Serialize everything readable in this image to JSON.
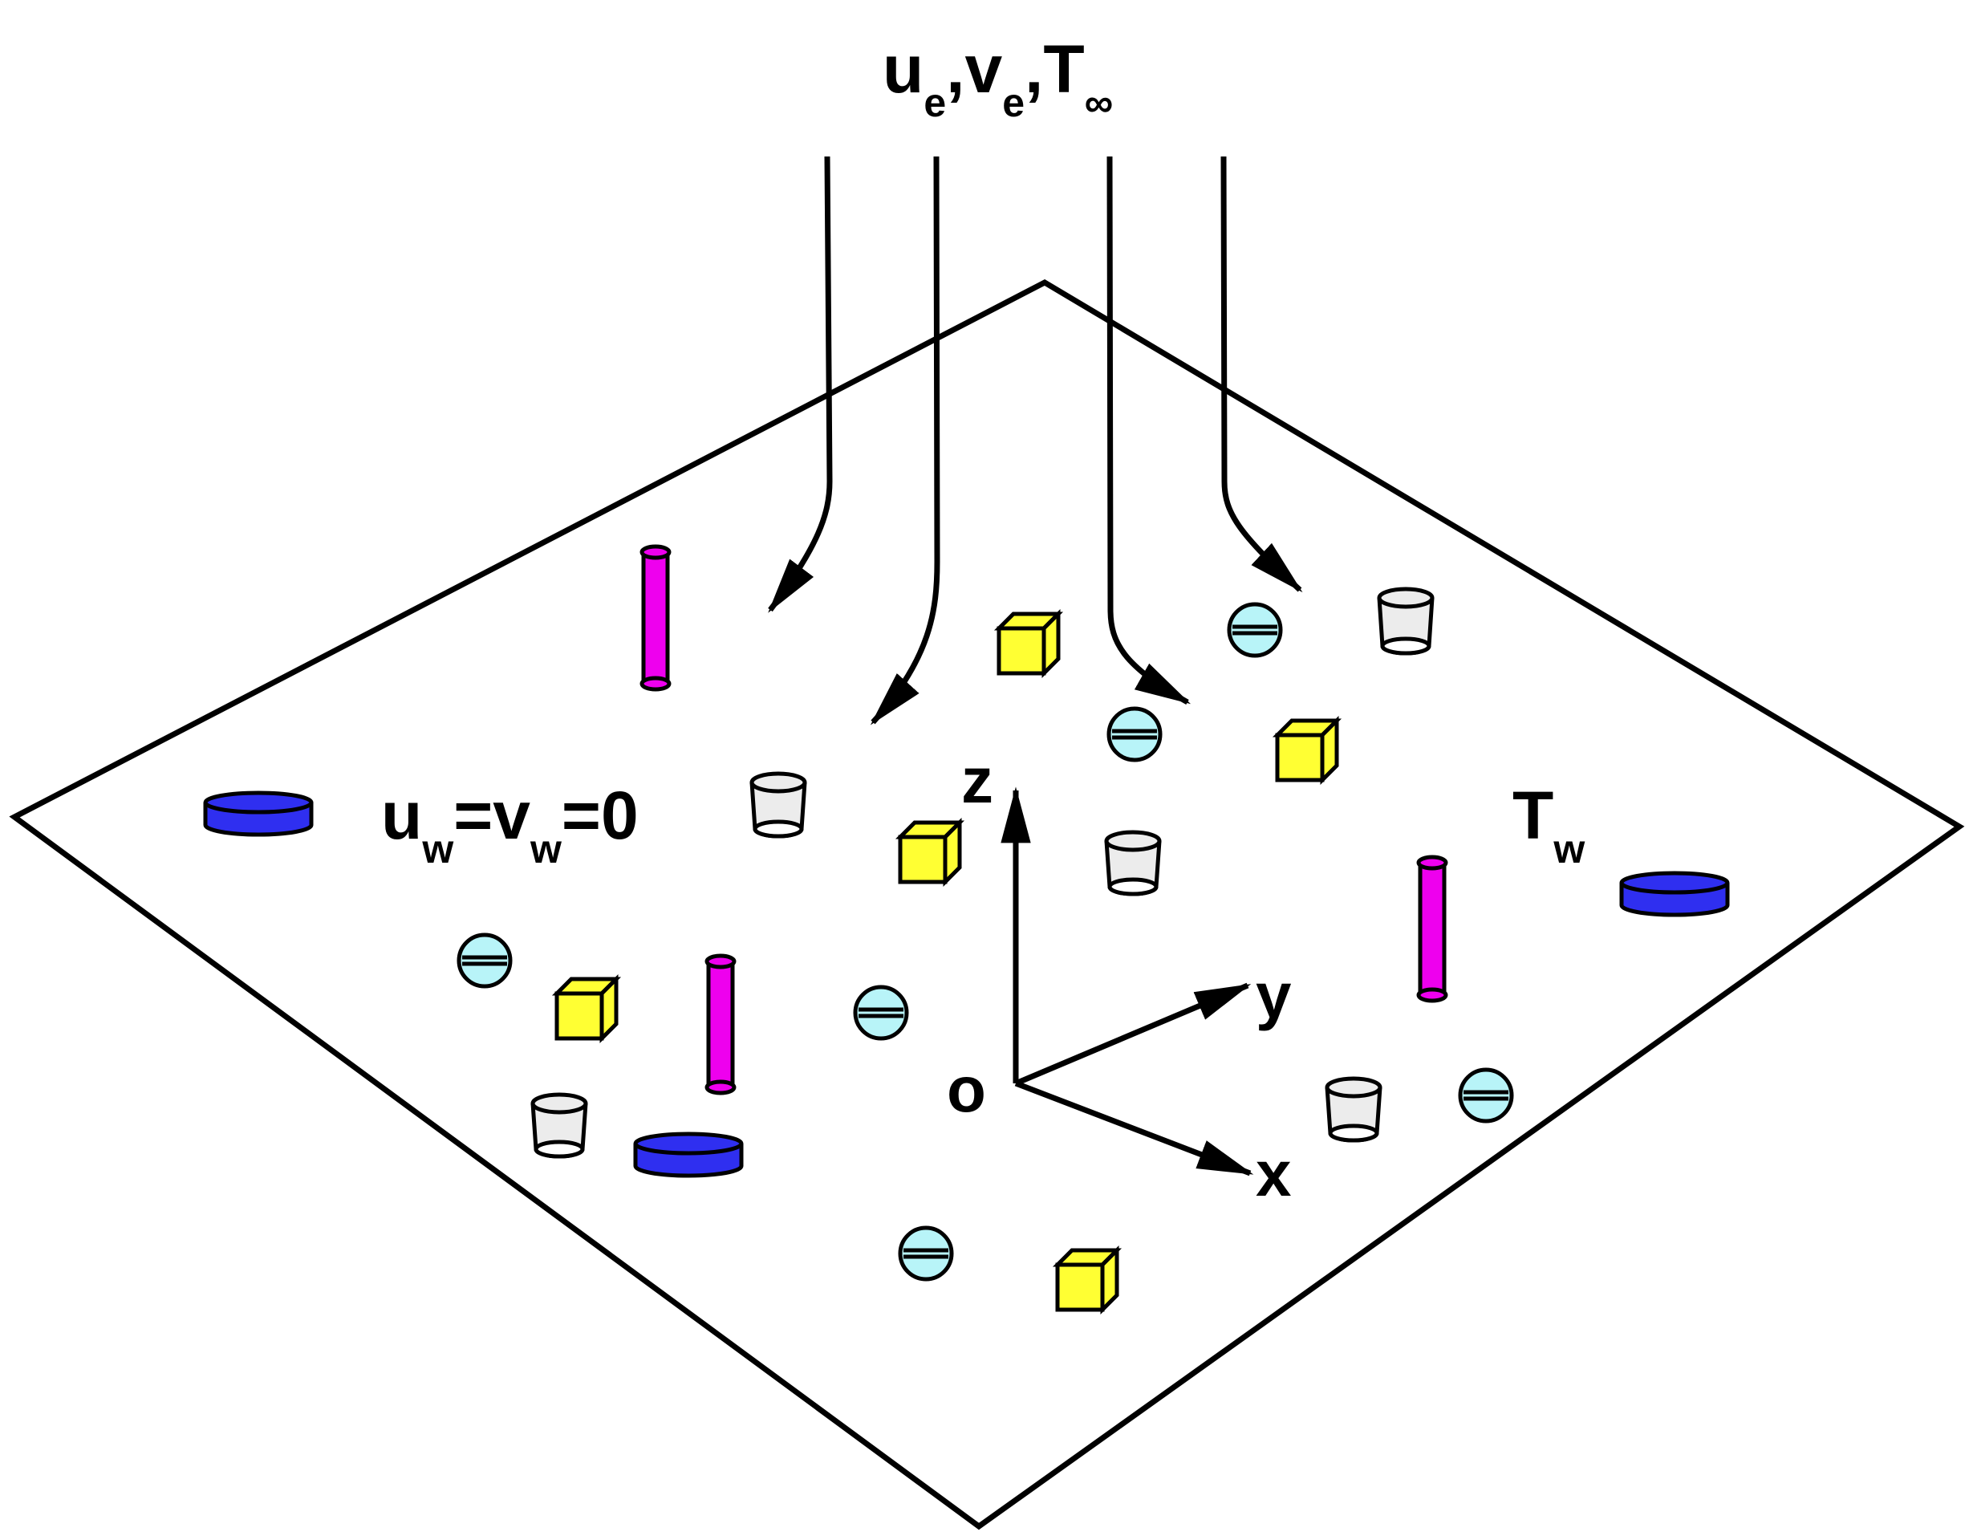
{
  "labels": {
    "freestream": {
      "u": "u",
      "u_sub": "e",
      "v": "v",
      "v_sub": "e",
      "T": "T",
      "T_sub": "∞",
      "sep": ","
    },
    "wall_velocity": {
      "u": "u",
      "u_sub": "w",
      "eq": "=",
      "v": "v",
      "v_sub": "w",
      "rhs": "=0"
    },
    "wall_temperature": {
      "T": "T",
      "T_sub": "w"
    },
    "axes": {
      "z": "z",
      "y": "y",
      "x": "x",
      "origin": "o"
    }
  },
  "colors": {
    "stroke": "#000000",
    "magenta_rod": "#ee00ee",
    "blue_disk": "#2f2ff0",
    "yellow_cube": "#ffff33",
    "cyan_sphere": "#b8f4f8",
    "gray_cup": "#ececec"
  },
  "particle_kinds": [
    "magenta-rod",
    "blue-disk",
    "yellow-cube",
    "cyan-sphere",
    "gray-cup"
  ]
}
